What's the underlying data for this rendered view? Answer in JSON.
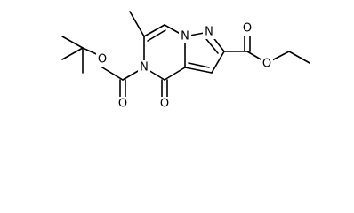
{
  "atoms": {
    "n_ring_bridge": "N",
    "n_pyrazole": "N",
    "n_boc": "N",
    "o_carbonyl": "O",
    "o_boc_ether": "O",
    "o_boc_carbonyl": "O",
    "o_ester_carbonyl": "O",
    "o_ester_ether": "O"
  },
  "colors": {
    "bond": "#000000",
    "label": "#000000",
    "background": "#ffffff"
  }
}
